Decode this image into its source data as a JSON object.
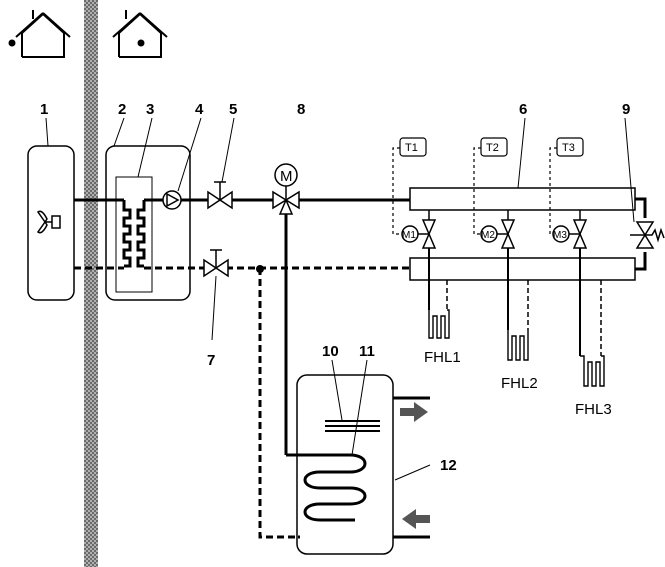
{
  "numbers": {
    "n1": "1",
    "n2": "2",
    "n3": "3",
    "n4": "4",
    "n5": "5",
    "n6": "6",
    "n7": "7",
    "n8": "8",
    "n9": "9",
    "n10": "10",
    "n11": "11",
    "n12": "12"
  },
  "sensors": {
    "t1": "T1",
    "t2": "T2",
    "t3": "T3"
  },
  "actuators": {
    "m1": "M1",
    "m2": "M2",
    "m3": "M3",
    "motor": "M"
  },
  "loops": {
    "fhl1": "FHL1",
    "fhl2": "FHL2",
    "fhl3": "FHL3"
  },
  "icons": {
    "outside": "house-outside-icon",
    "inside": "house-inside-icon",
    "fan": "fan-icon",
    "pump": "pump-icon",
    "arrow_out": "arrow-right-icon",
    "arrow_in": "arrow-left-icon"
  },
  "colors": {
    "line": "#000000",
    "wall": "#8a8a8a",
    "background": "#ffffff"
  }
}
